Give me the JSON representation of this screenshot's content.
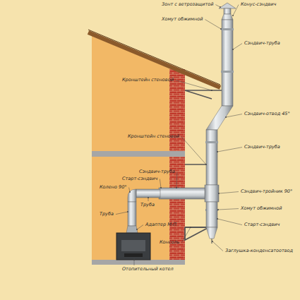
{
  "diagram": {
    "labels": [
      "Зонт с ветрозащитой",
      "Конус-сэндвич",
      "Хомут обжимной",
      "Сэндвич-труба",
      "Кронштейн стеновой",
      "Сэндвич-отвод 45°",
      "Кронштейн стеновой",
      "Сэндвич-труба",
      "Сэндвич-труба",
      "Старт-сэндвич",
      "Колено 90°",
      "Труба",
      "Труба",
      "Сэндвич-тройник 90°",
      "Адаптер М-П",
      "Хомут обжимной",
      "Консоль",
      "Старт-сэндвич",
      "Отопительный котел",
      "Заглушка-конденсатоотвод"
    ]
  }
}
